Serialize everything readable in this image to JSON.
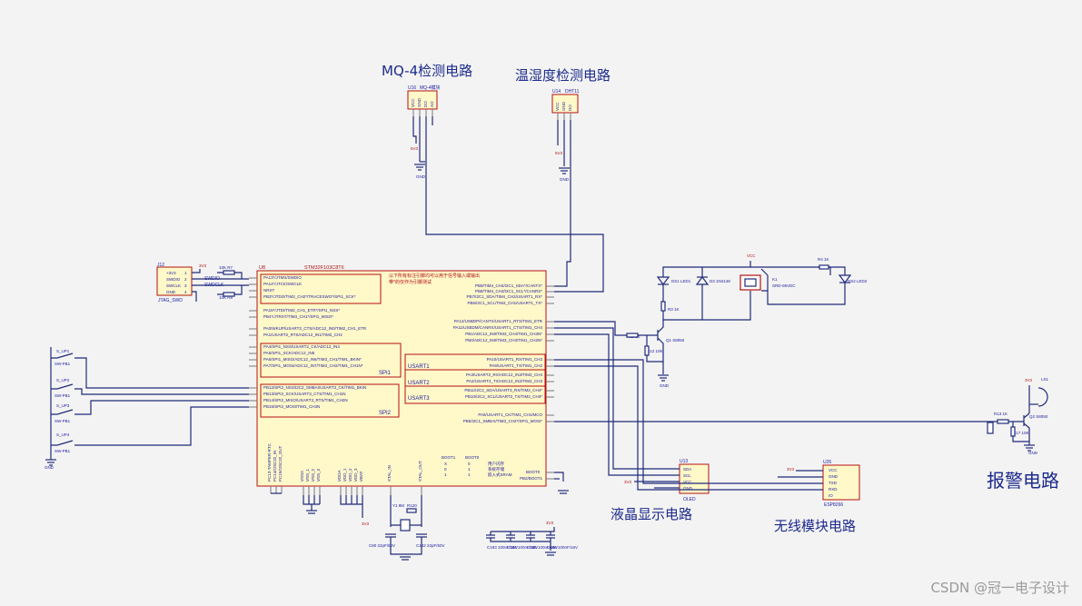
{
  "titles": {
    "mq4": "MQ-4检测电路",
    "dht": "温湿度检测电路",
    "alarm": "报警电路",
    "lcd": "液晶显示电路",
    "wifi": "无线模块电路"
  },
  "watermark": "CSDN @冠一电子设计",
  "parts": {
    "mcu_ref": "U8",
    "mcu_name": "STM32F103C8T6",
    "mcu_note1": "以下所有标注引脚均可以用于信号输入或输出",
    "mcu_note2": "带*的仅作为引脚测试",
    "mq4_ref": "U16",
    "mq4_name": "MQ-4模块",
    "mq4_pins": [
      "VCC",
      "GND",
      "DO",
      "AO"
    ],
    "dht_ref": "U14",
    "dht_name": "DHT11",
    "dht_pins": [
      "VCC",
      "GND",
      "DO"
    ],
    "jtag_ref": "J12",
    "jtag_name": "JTAG_SWD",
    "jtag_pins": [
      "+3V3",
      "SWDIO",
      "SWCLK",
      "GND"
    ],
    "jtag_nums": [
      "1",
      "2",
      "3",
      "4"
    ],
    "swdio": "SWDIO",
    "swclk": "SWDCLK",
    "r_jtag": [
      "10K R7",
      "10K R8"
    ],
    "oled_ref": "U13",
    "oled_name": "OLED",
    "oled_pins": [
      "SDA",
      "SCL",
      "VCC",
      "GND"
    ],
    "esp_ref": "U26",
    "esp_name": "ESP8266",
    "esp_pins": [
      "VCC",
      "GND",
      "TXD",
      "RXD",
      "IO"
    ],
    "relay_ref": "K1",
    "relay_name": "SRD-05VDC",
    "ds1": "DS1 LED1",
    "ds2": "DS2 LED2",
    "d3": "D3 1N4148",
    "r_relay": [
      "R3 1K",
      "R4 1K"
    ],
    "q1": "Q1 S8050",
    "r11": "R11 1K",
    "r12": "R12 10K",
    "ls1": "LS1",
    "q2": "Q2 S8050",
    "r13": "R13 1K",
    "r_alarm": "R17 10K",
    "sw": [
      "S_UP1",
      "S_UP2",
      "S_UP3",
      "S_UP4"
    ],
    "sw_names": [
      "SW-PB1",
      "SW-PB1",
      "SW-PB1",
      "SW-PB1"
    ],
    "xtal": "Y1 8M",
    "xtal_r": "R120",
    "caps": [
      "C80 22pF/50V",
      "C182 22pF/50V"
    ],
    "decaps": [
      "C183 100nF/16V",
      "C184 100nF/16V",
      "C185 100nF/16V",
      "C186 100nF/16V"
    ],
    "boot_title": [
      "BOOT1",
      "BOOT0"
    ],
    "boot_rows": [
      [
        "X",
        "0",
        "用户闪存"
      ],
      [
        "0",
        "1",
        "系统存储"
      ],
      [
        "1",
        "1",
        "嵌入式SRAM"
      ]
    ],
    "boot_pins": [
      "BOOT0",
      "PB2/BOOT1"
    ],
    "bot_pins": [
      "VSSA",
      "VSS_1",
      "VSS_2",
      "VSS_3",
      "VDDA",
      "VDD_1",
      "VDD_2",
      "VDD_3",
      "VBAT",
      "XTAL_IN",
      "XTAL_OUT"
    ],
    "osc_pins": [
      "PC14/OSC32_IN",
      "PC15/OSC32_OUT",
      "PC13-TAMPER-RTC"
    ]
  },
  "power": {
    "v33": "3V3",
    "v5": "VCC",
    "gnd": "GND",
    "v5_2": "5V3"
  },
  "mcu_left": [
    "PA13*/JTMS/SWDIO",
    "PA14*/JTCK/SWCLK",
    "NRST",
    "PB3*/JTDO/TIM2_CH2*/TRACESWO*/SPI1_SCK*",
    "PA15*/JTDI/TIM2_CH1_ETR*/SPI1_NSS*",
    "PB4*/JTRST/TIM3_CH1*/SPI1_MISO*",
    "PA0/WKUP/USART2_CTS/ADC12_IN0/TIM2_CH1_ETR",
    "PA1/USART2_RTS/ADC12_IN1/TIM2_CH2",
    "PA4/SPI1_NSS/USART2_CK/ADC12_IN4",
    "PA5/SPI1_SCK/ADC12_IN5",
    "PA6/SPI1_MISO/ADC12_IN6/TIM3_CH1/TIM1_BKIN*",
    "PA7/SPI1_MOSI/ADC12_IN7/TIM3_CH2/TIM1_CH1N*",
    "PB12/SPI2_NSS/I2C2_SMBAI/USART3_CK/TIM1_BKIN",
    "PB13/SPI2_SCK/USART3_CTS/TIM1_CH1N",
    "PB14/SPI2_MISO/USART3_RTS/TIM1_CH2N",
    "PB15/SPI2_MOSI/TIM1_CH3N"
  ],
  "mcu_right": [
    "PB9/TIM4_CH4/I2C1_SDA*/CANTX*",
    "PB8/TIM4_CH3/I2C1_SCL*/CANRX*",
    "PB7/I2C1_SDA/TIM4_CH2/USART1_RX*",
    "PB6/I2C1_SCL/TIM4_CH1/USART1_TX*",
    "PA12/USBDP/CANTX/USART1_RTS/TIM1_ETR",
    "PA11/USBDM/CANRX/USART1_CTS/TIM1_CH4",
    "PB1/ADC12_IN9/TIM3_CH4/TIM1_CH3N*",
    "PB0/ADC12_IN8/TIM3_CH3/TIM1_CH2N*",
    "PA10/USART1_RX/TIM1_CH3",
    "PA9/USART1_TX/TIM1_CH2",
    "PA3/USART2_RX/ADC12_IN3/TIM2_CH4",
    "PA2/USART2_TX/ADC12_IN2/TIM2_CH3",
    "PB11/I2C2_SDA/USART3_RX/TIM2_CH4*",
    "PB10/I2C2_SCL/USART3_TX/TIM2_CH3*",
    "PA8/USART1_CK/TIM1_CH1/MCO",
    "PB5/I2C1_SMBAI/TIM3_CH2*/SPI1_MOSI*"
  ],
  "groups": [
    "SPI1",
    "SPI2",
    "USART1",
    "USART2",
    "USART3"
  ]
}
